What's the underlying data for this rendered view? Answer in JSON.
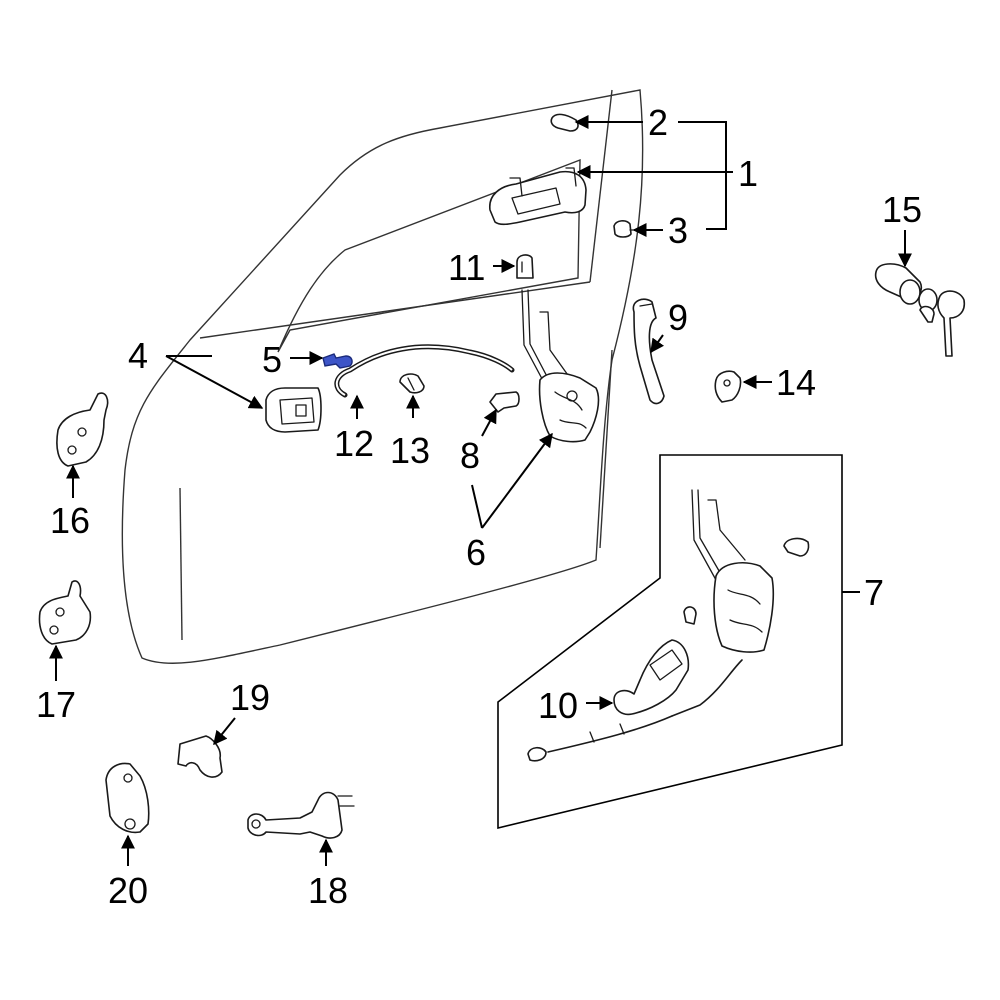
{
  "diagram": {
    "highlight_color": "#3d55c8",
    "callouts": [
      {
        "id": "c1",
        "label": "1"
      },
      {
        "id": "c2",
        "label": "2"
      },
      {
        "id": "c3",
        "label": "3"
      },
      {
        "id": "c4",
        "label": "4"
      },
      {
        "id": "c5",
        "label": "5"
      },
      {
        "id": "c6",
        "label": "6"
      },
      {
        "id": "c7",
        "label": "7"
      },
      {
        "id": "c8",
        "label": "8"
      },
      {
        "id": "c9",
        "label": "9"
      },
      {
        "id": "c10",
        "label": "10"
      },
      {
        "id": "c11",
        "label": "11"
      },
      {
        "id": "c12",
        "label": "12"
      },
      {
        "id": "c13",
        "label": "13"
      },
      {
        "id": "c14",
        "label": "14"
      },
      {
        "id": "c15",
        "label": "15"
      },
      {
        "id": "c16",
        "label": "16"
      },
      {
        "id": "c17",
        "label": "17"
      },
      {
        "id": "c18",
        "label": "18"
      },
      {
        "id": "c19",
        "label": "19"
      },
      {
        "id": "c20",
        "label": "20"
      }
    ]
  }
}
